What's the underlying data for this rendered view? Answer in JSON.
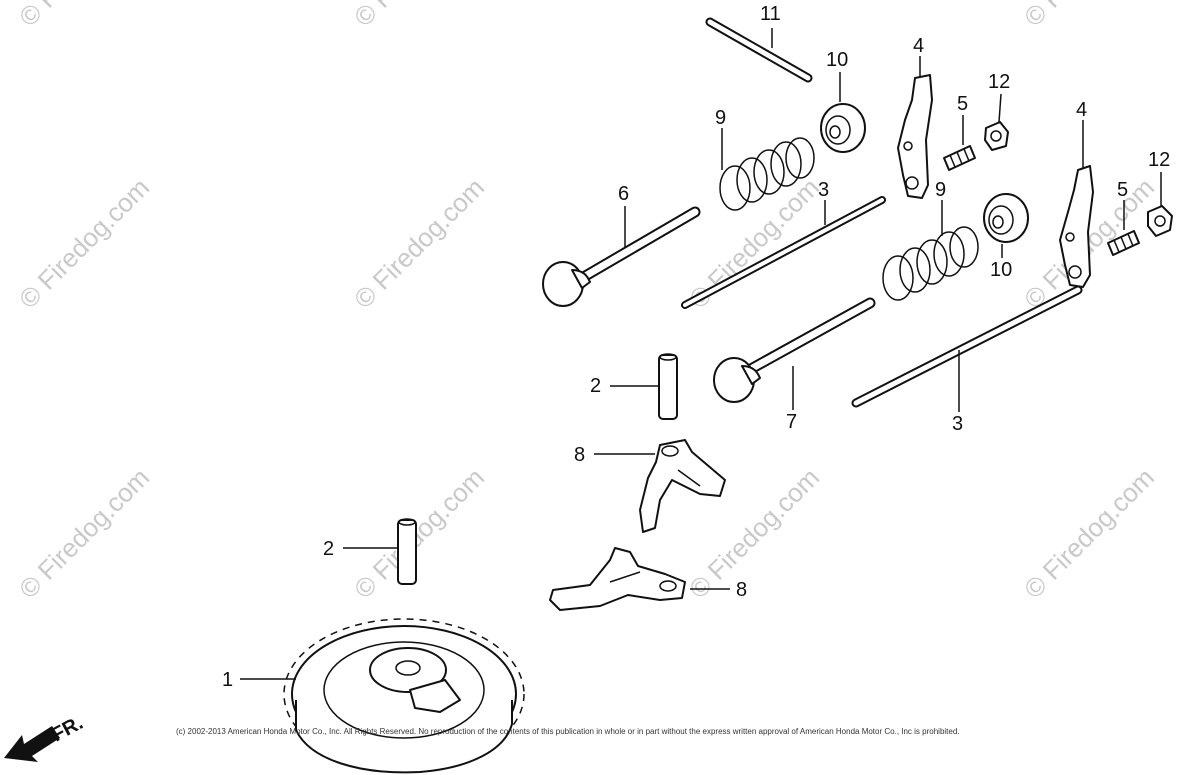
{
  "callouts": [
    {
      "id": "c11",
      "label": "11"
    },
    {
      "id": "c10a",
      "label": "10"
    },
    {
      "id": "c4a",
      "label": "4"
    },
    {
      "id": "c5a",
      "label": "5"
    },
    {
      "id": "c12a",
      "label": "12"
    },
    {
      "id": "c4b",
      "label": "4"
    },
    {
      "id": "c9a",
      "label": "9"
    },
    {
      "id": "c3a",
      "label": "3"
    },
    {
      "id": "c9b",
      "label": "9"
    },
    {
      "id": "c12b",
      "label": "12"
    },
    {
      "id": "c5b",
      "label": "5"
    },
    {
      "id": "c6",
      "label": "6"
    },
    {
      "id": "c10b",
      "label": "10"
    },
    {
      "id": "c2a",
      "label": "2"
    },
    {
      "id": "c7",
      "label": "7"
    },
    {
      "id": "c3b",
      "label": "3"
    },
    {
      "id": "c8a",
      "label": "8"
    },
    {
      "id": "c2b",
      "label": "2"
    },
    {
      "id": "c8b",
      "label": "8"
    },
    {
      "id": "c1",
      "label": "1"
    }
  ],
  "watermark": "© Firedog.com",
  "copyright": "(c) 2002-2013 American Honda Motor Co., Inc. All Rights Reserved. No reproduction of the contents of this publication in whole or in part without the express written approval of American Honda Motor Co., Inc is prohibited.",
  "front_indicator": "FR."
}
